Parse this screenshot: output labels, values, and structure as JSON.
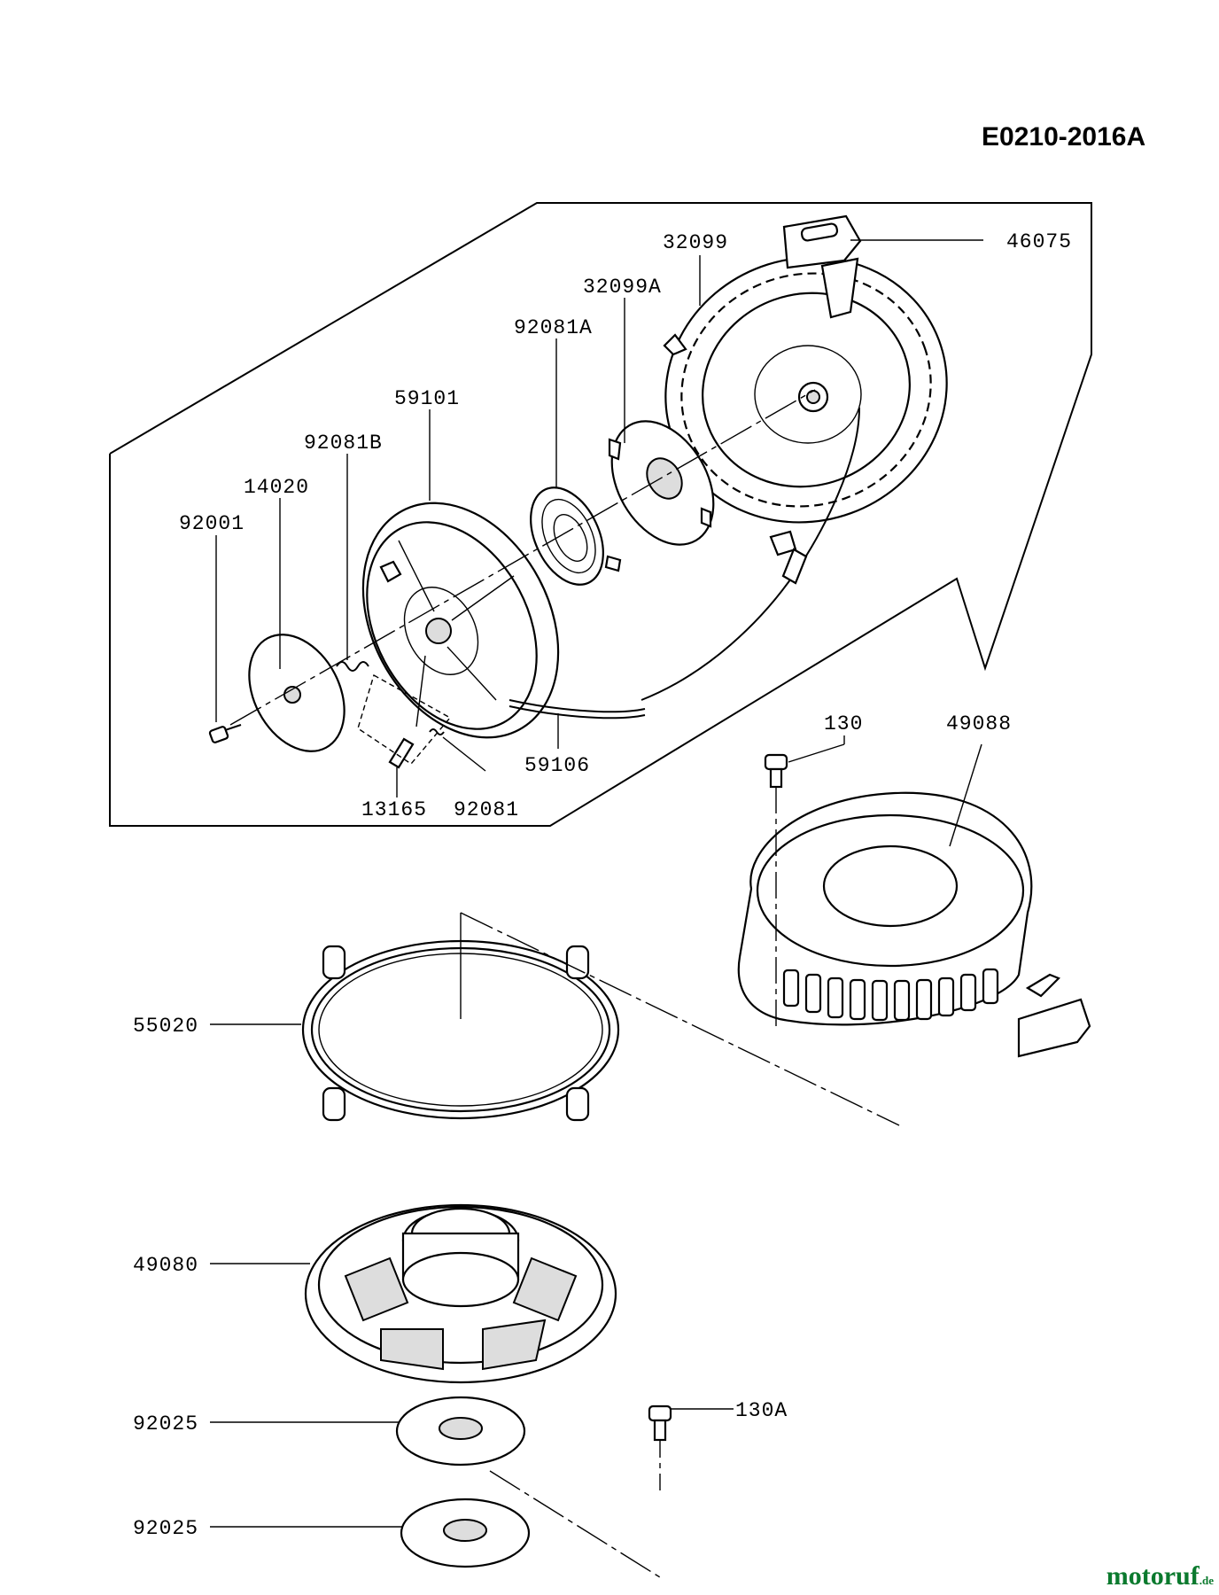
{
  "drawing": {
    "code": "E0210-2016A"
  },
  "parts": {
    "p46075": "46075",
    "p32099": "32099",
    "p32099A": "32099A",
    "p92081A": "92081A",
    "p59101": "59101",
    "p92081B": "92081B",
    "p14020": "14020",
    "p92001": "92001",
    "p59106": "59106",
    "p13165": "13165",
    "p92081": "92081",
    "p130": "130",
    "p49088": "49088",
    "p55020": "55020",
    "p49080": "49080",
    "p92025a": "92025",
    "p130A": "130A",
    "p92025b": "92025"
  },
  "watermark": {
    "name": "motoruf",
    "tld": ".de"
  }
}
